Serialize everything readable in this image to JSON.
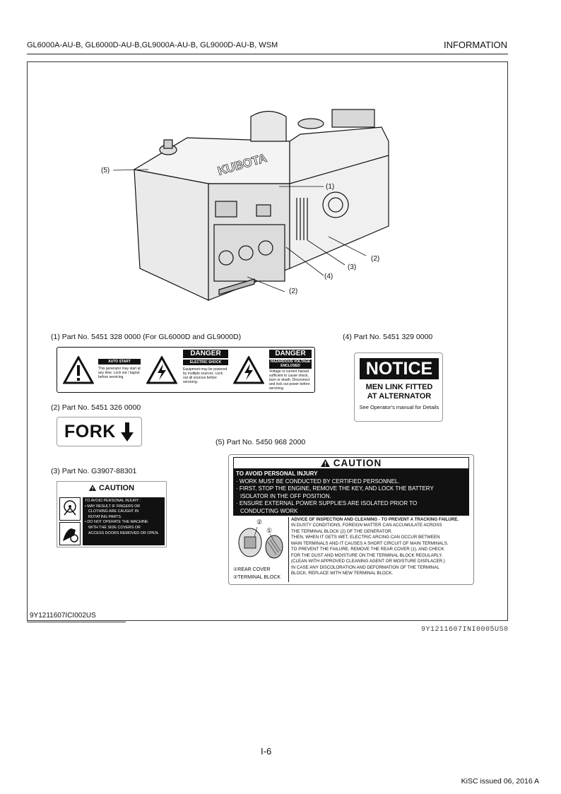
{
  "header": {
    "models": "GL6000A-AU-B, GL6000D-AU-B,GL9000A-AU-B, GL9000D-AU-B, WSM",
    "section": "INFORMATION"
  },
  "illustration": {
    "brand": "KUBOTA",
    "callouts": [
      "(5)",
      "(1)",
      "(2)",
      "(3)",
      "(4)",
      "(2)"
    ]
  },
  "labels": {
    "label1": {
      "caption": "(1) Part No. 5451 328 0000 (For GL6000D and GL9000D)",
      "panel_a_title": "AUTO START GENERATOR",
      "panel_a_text": "This generator may start at any time. Lock out / tagout before servicing.",
      "danger_b": "DANGER",
      "panel_b_title": "ELECTRIC SHOCK HAZARD",
      "panel_b_text": "Equipment may be powered by multiple sources. Lock out all sources before servicing.",
      "danger_c": "DANGER",
      "panel_c_title": "HAZARDOUS VOLTAGE ENCLOSED",
      "panel_c_text": "Voltage or current hazard sufficient to cause shock, burn or death. Disconnect and lock out power before servicing."
    },
    "label2": {
      "caption": "(2) Part No. 5451 326 0000",
      "text": "FORK"
    },
    "label3": {
      "caption": "(3) Part No. G3907-88301",
      "header": "CAUTION",
      "line1": "TO AVOID PERSONAL INJURY :",
      "line2": "• MAY RESULT IF FINGERS OR",
      "line3": "CLOTHING ARE CAUGHT IN",
      "line4": "ROTATING PARTS.",
      "line5": "• DO NOT OPERATE THE MACHINE",
      "line6": "WITH THE SIDE COVERS OR",
      "line7": "ACCESS DOORS REMOVED OR OPEN."
    },
    "label4": {
      "caption": "(4) Part No. 5451 329 0000",
      "notice": "NOTICE",
      "line1": "MEN LINK FITTED",
      "line2": "AT ALTERNATOR",
      "line3": "See Operator's manual for Details"
    },
    "label5": {
      "caption": "(5) Part No. 5450 968 2000",
      "header": "CAUTION",
      "body": [
        "TO AVOID PERSONAL INJURY",
        "· WORK MUST BE CONDUCTED BY CERTIFIED PERSONNEL.",
        "· FIRST, STOP THE ENGINE, REMOVE THE KEY, AND LOCK THE BATTERY",
        "  ISOLATOR IN THE OFF POSITION.",
        "· ENSURE EXTERNAL POWER SUPPLIES ARE ISOLATED PRIOR TO",
        "  CONDUCTING WORK"
      ],
      "advice": [
        "ADVICE OF INSPECTION AND CLEANING - TO PREVENT A TRACKING FAILURE.",
        "IN DUSTY CONDITIONS, FOREIGN MATTER CAN ACCUMULATE ACROSS",
        "THE TERMINAL BLOCK (2) OF THE GENERATOR.",
        "THEN, WHEN IT GETS WET, ELECTRIC ARCING CAN OCCUR BETWEEN",
        "MAIN TERMINALS AND IT CAUSES A SHORT CIRCUIT OF MAIN TERMINALS.",
        "TO PREVENT THE FAILURE, REMOVE THE REAR COVER (1), AND CHECK",
        "FOR THE DUST AND MOISTURE ON THE TERMINAL BLOCK REGULARLY.",
        "(CLEAN WITH APPROVED CLEANING AGENT OR MOISTURE DISPLACER.)",
        "IN CASE ANY DISCOLORATION AND DEFORMATION OF THE TERMINAL",
        "BLOCK, REPLACE WITH NEW TERMINAL BLOCK."
      ],
      "legend1": "①REAR COVER",
      "legend2": "②TERMINAL BLOCK",
      "pic_num1": "②",
      "pic_num2": "①"
    }
  },
  "frame_code": "9Y1211607ICI002US",
  "side_code": "9Y1211607INI0005US0",
  "page_number": "I-6",
  "footer": "KiSC issued 06, 2016 A"
}
